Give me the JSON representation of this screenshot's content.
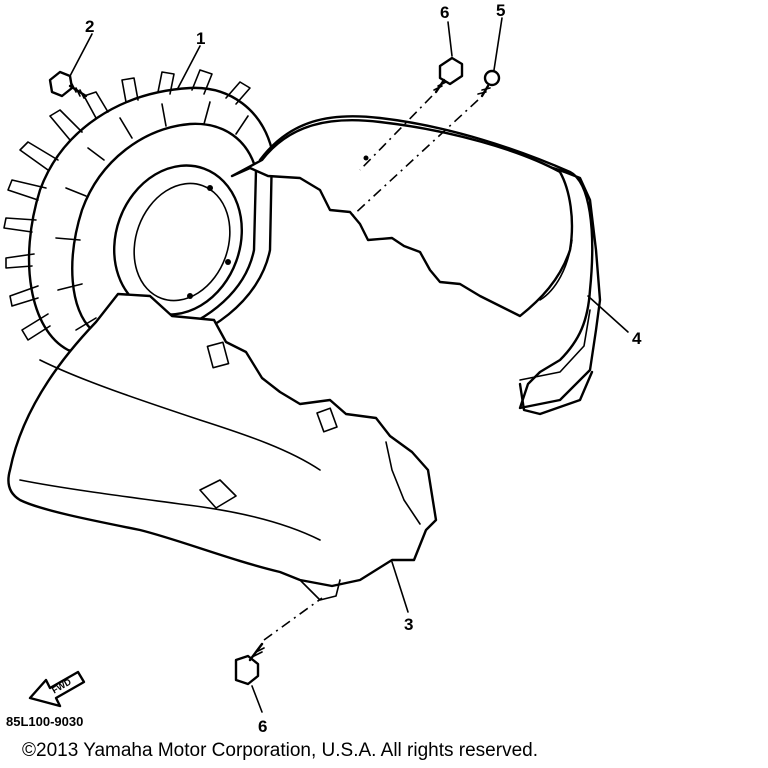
{
  "diagram": {
    "part_labels": {
      "p1": "1",
      "p2": "2",
      "p3": "3",
      "p4": "4",
      "p5": "5",
      "p6_top": "6",
      "p6_bottom": "6"
    },
    "fwd_arrow_text": "FWD",
    "reference_code": "85L100-9030"
  },
  "footer": {
    "copyright": "©2013 Yamaha Motor Corporation, U.S.A. All rights reserved."
  }
}
